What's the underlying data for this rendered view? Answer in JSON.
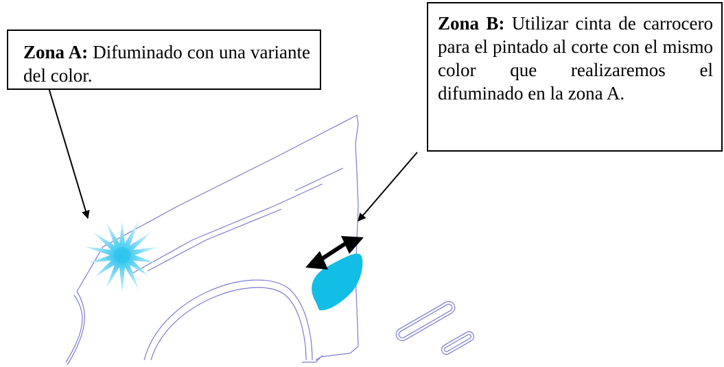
{
  "zone_a": {
    "label": "Zona A:",
    "text": "Difuminado con una variante del color."
  },
  "zone_b": {
    "label": "Zona B:",
    "text": "Utilizar cinta de carrocero para el pintado al corte con el mismo color que realizaremos el difuminado en la zona A."
  },
  "colors": {
    "outline": "#7a7acf",
    "patch": "#12bde6",
    "burst_edge": "#cdeffa",
    "burst_core": "#2ec5ee",
    "ink": "#000000"
  }
}
